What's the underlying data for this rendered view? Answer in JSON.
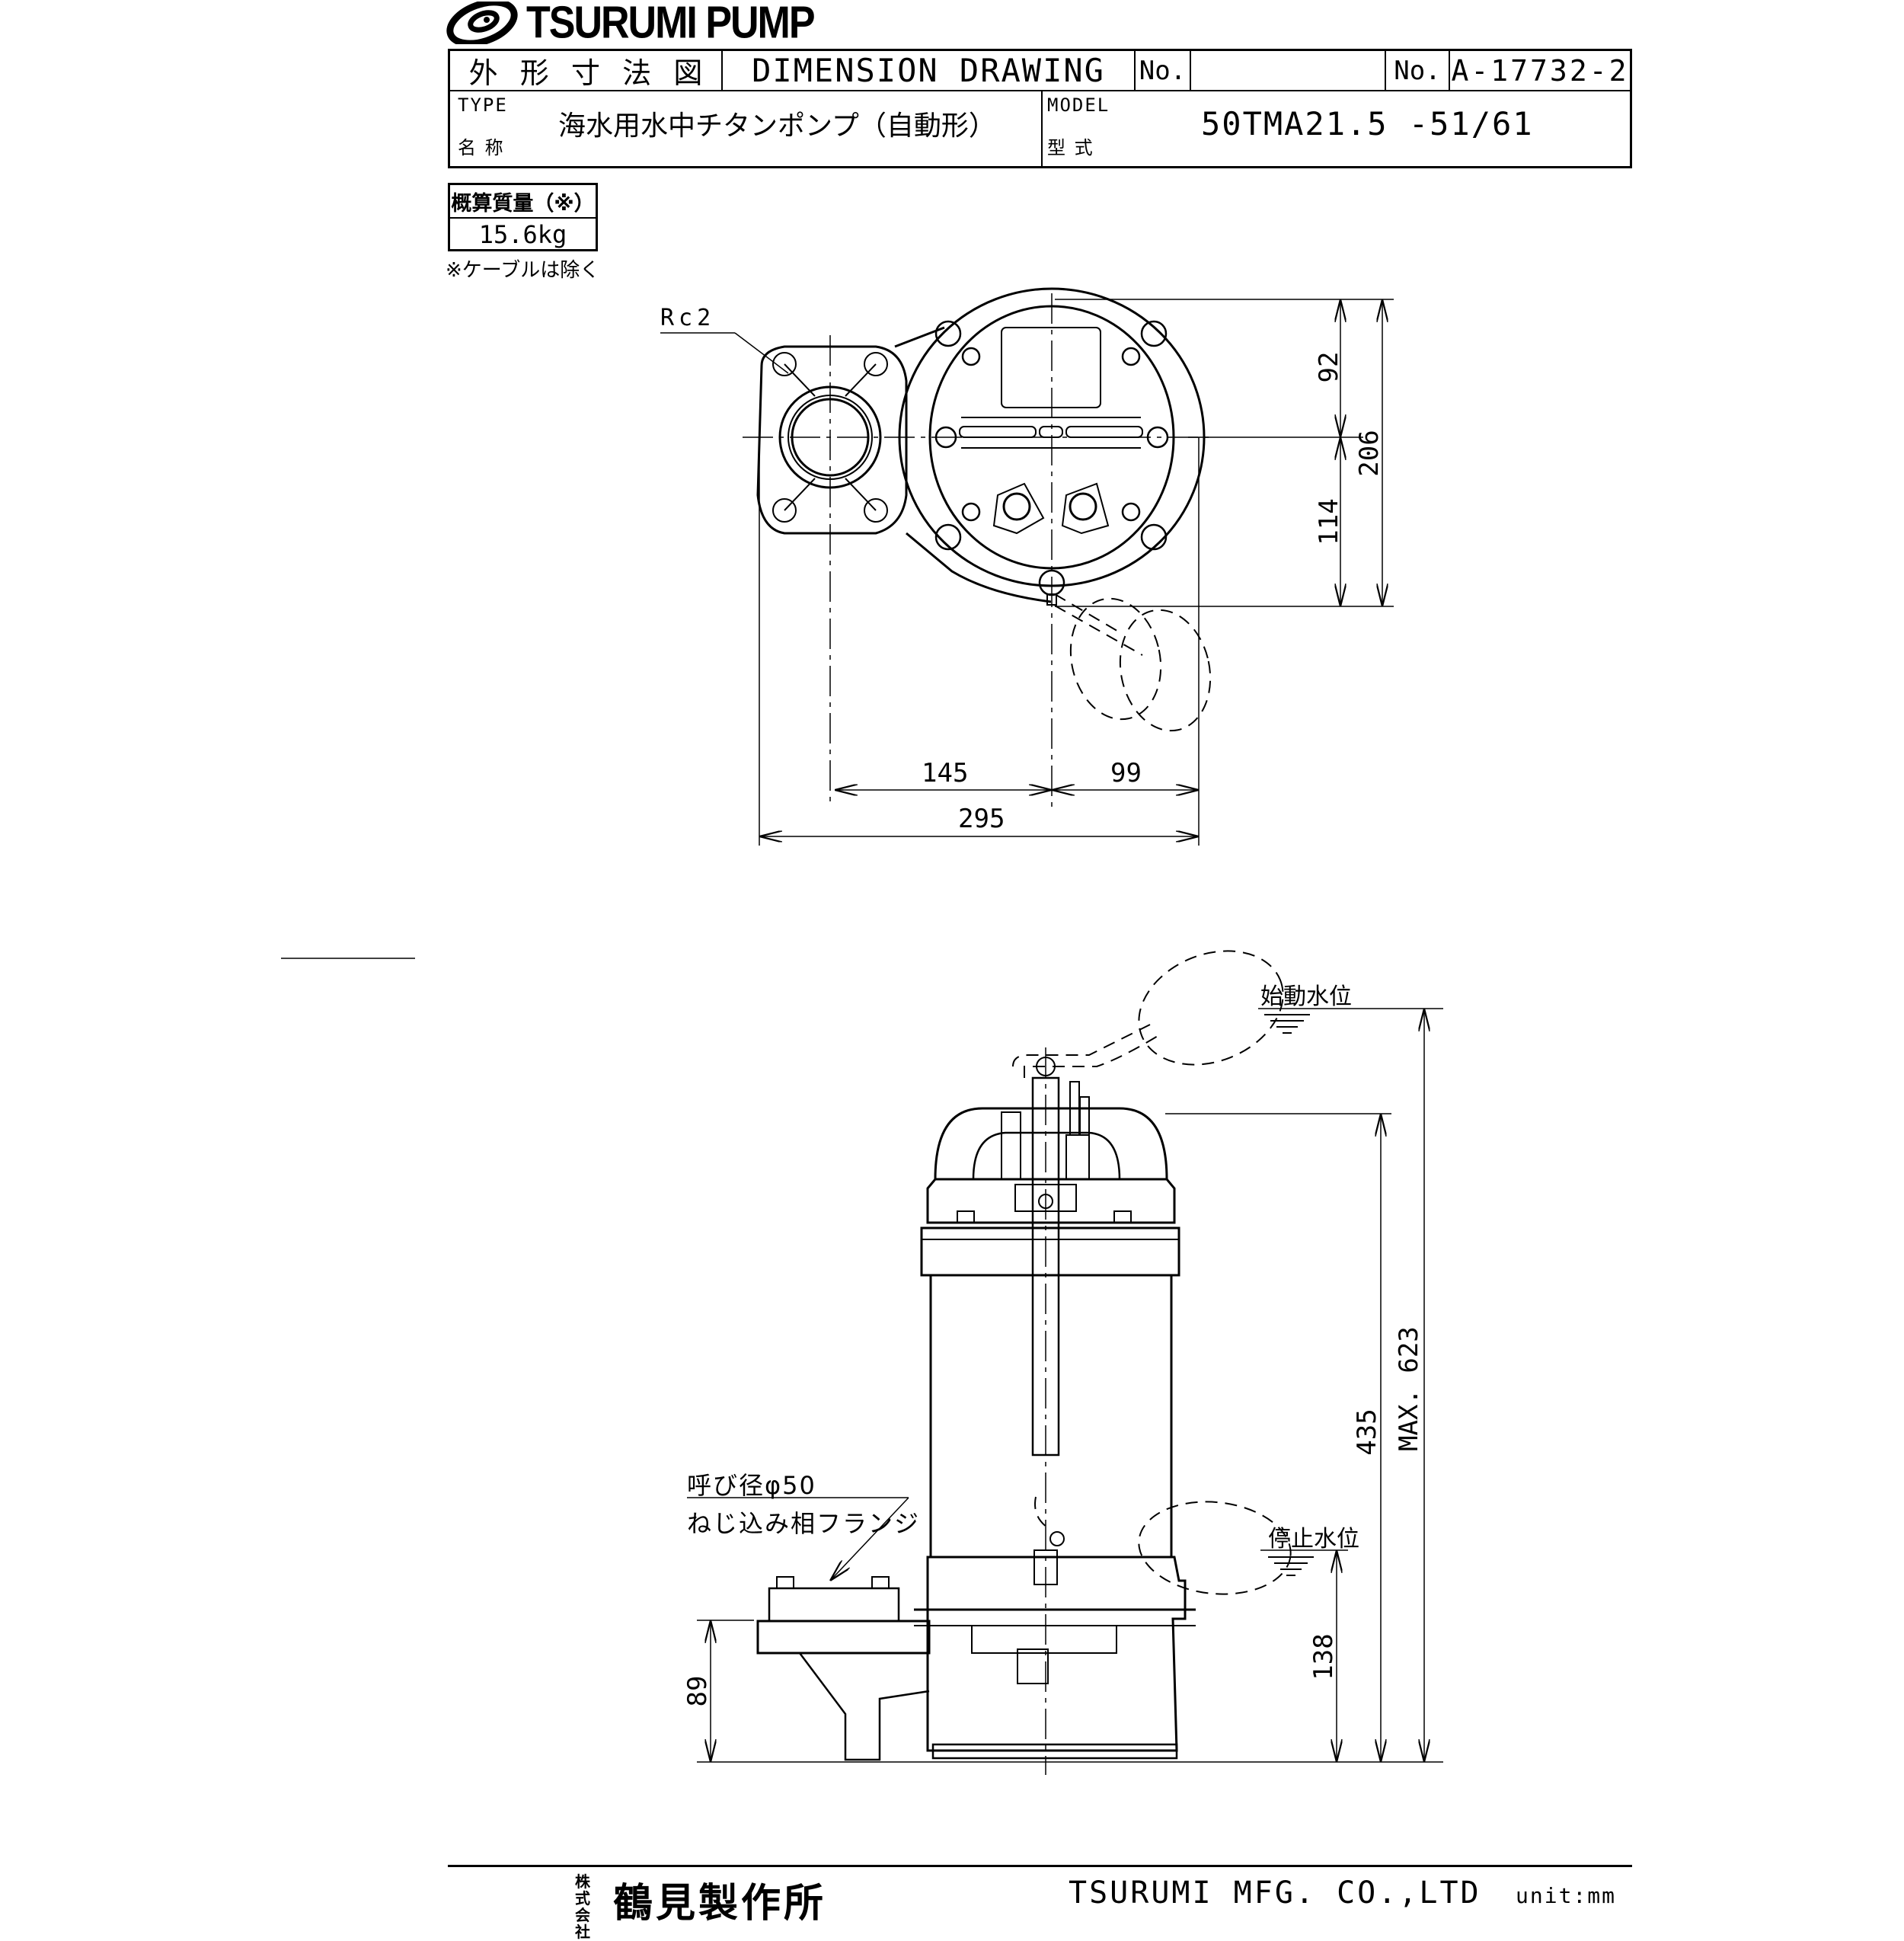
{
  "brand": {
    "logo_text": "TSURUMI PUMP",
    "logo_icon": "tsurumi-swirl-icon"
  },
  "title_block": {
    "title_jp": [
      "外",
      "形",
      "寸",
      "法",
      "図"
    ],
    "title_en": "DIMENSION DRAWING",
    "no_label_1": "No.",
    "no_value_1": "",
    "no_label_2": "No.",
    "drawing_number": "A-17732-2",
    "type_label": "TYPE",
    "name_label": "名 称",
    "product_name": "海水用水中チタンポンプ（自動形）",
    "model_label": "MODEL",
    "model_label_jp": "型 式",
    "model_value": "50TMA21.5 -51/61"
  },
  "weight": {
    "label": "概算質量（※）",
    "value": "15.6kg",
    "note": "※ケーブルは除く"
  },
  "top_view": {
    "port_label": "Rc2",
    "dimensions": {
      "upper_to_center": "92",
      "center_to_lower": "114",
      "total_depth": "206",
      "port_to_center": "145",
      "center_to_right": "99",
      "total_width": "295"
    }
  },
  "front_view": {
    "start_level_label": "始動水位",
    "stop_level_label": "停止水位",
    "flange_label_line1": "呼び径φ50",
    "flange_label_line2": "ねじ込み相フランジ",
    "dimensions": {
      "discharge_height": "89",
      "stop_level": "138",
      "pump_height": "435",
      "max_start_level": "MAX. 623"
    }
  },
  "footer": {
    "company_jp_prefix": "株式会社",
    "company_jp": "鶴見製作所",
    "company_en": "TSURUMI MFG. CO.,LTD",
    "unit": "unit:mm"
  }
}
